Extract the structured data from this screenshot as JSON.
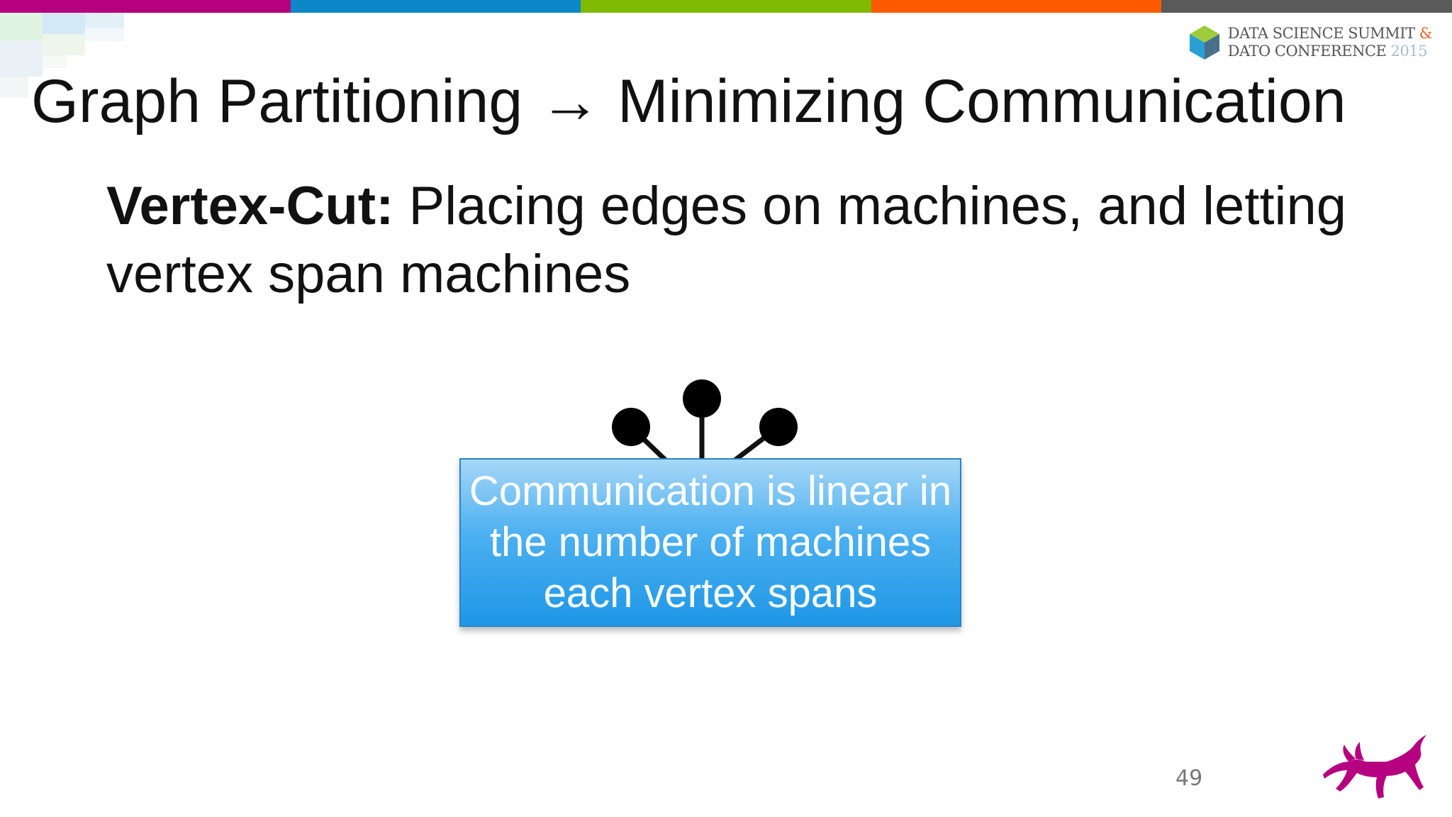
{
  "colors": {
    "top_bar": [
      "#b5007f",
      "#0d87c8",
      "#7fba00",
      "#ff5a00",
      "#5a5a5a"
    ],
    "callout_border": "#2b84c8",
    "mascot": "#b5007f",
    "title_text": "#111111"
  },
  "logo": {
    "line1": "DATA SCIENCE SUMMIT",
    "ampersand": "&",
    "line2": "DATO CONFERENCE",
    "year": "2015"
  },
  "slide": {
    "title_left": "Graph Partitioning",
    "title_arrow": "→",
    "title_right": "Minimizing Communication",
    "term": "Vertex-Cut:",
    "definition": "Placing edges on machines, and letting vertex span machines",
    "callout": "Communication is linear in the number of machines each vertex spans",
    "page_number": "49"
  },
  "icons": {
    "logo": "hexagon-cube-icon",
    "mascot": "cat-silhouette-icon",
    "vertex": "vertex-with-edges-icon"
  }
}
